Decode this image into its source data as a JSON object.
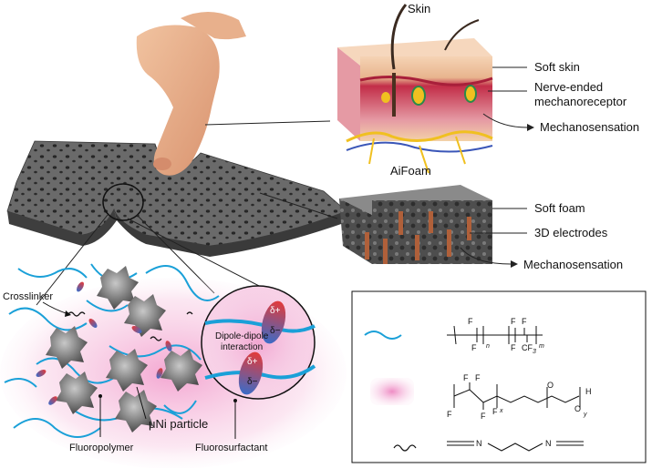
{
  "labels": {
    "skin": "Skin",
    "soft_skin": "Soft skin",
    "nerve_line1": "Nerve-ended",
    "nerve_line2": "mechanoreceptor",
    "mechano_top": "Mechanosensation",
    "aifoam": "AiFoam",
    "soft_foam": "Soft foam",
    "electrodes": "3D electrodes",
    "mechano_bottom": "Mechanosensation",
    "crosslinker": "Crosslinker",
    "dipole_line1": "Dipole-dipole",
    "dipole_line2": "interaction",
    "delta_plus": "δ+",
    "delta_minus": "δ−",
    "particle": "μNi particle",
    "fluoropolymer": "Fluoropolymer",
    "fluorosurfactant": "Fluorosurfactant"
  },
  "chem": {
    "F": "F",
    "CF3": "CF",
    "three": "3",
    "O": "O",
    "H": "H",
    "N": "N",
    "n": "n",
    "m": "m",
    "x": "x",
    "y": "y"
  },
  "colors": {
    "skin_top": "#f2c9a6",
    "skin_mid": "#c4304a",
    "nerve": "#f0c020",
    "foam": "#5a5a5a",
    "electrode": "#b0603a",
    "polymer": "#1aa0d8",
    "surfactant": "#f5a8d0",
    "dipole_pos": "#e23030",
    "dipole_neg": "#3a6cc8"
  },
  "icons": [
    "hand-icon",
    "foam-sheet-icon",
    "skin-section-icon",
    "foam-block-icon",
    "magnifier-circle-icon",
    "ni-particle-icon"
  ]
}
